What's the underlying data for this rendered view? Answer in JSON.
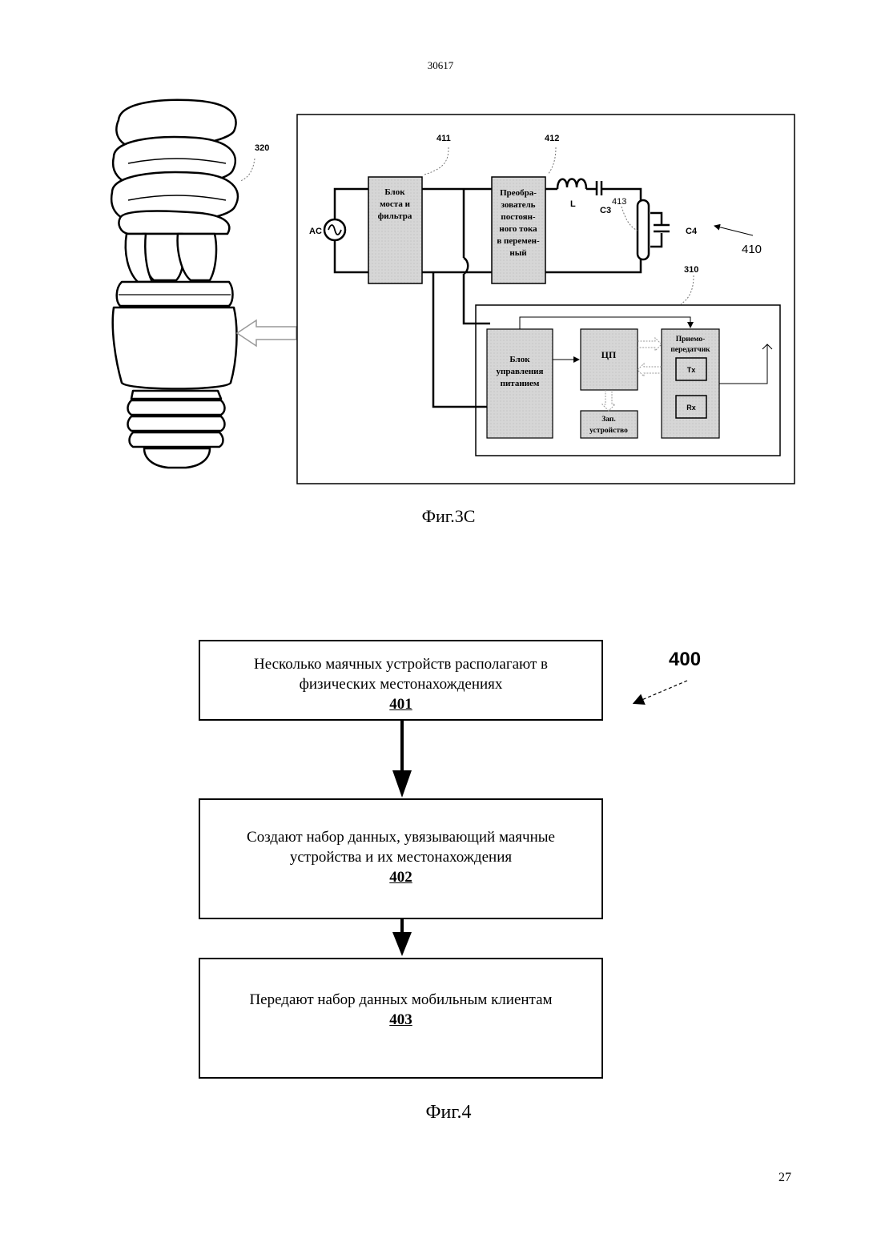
{
  "header": {
    "doc_number": "30617"
  },
  "figure3c": {
    "caption": "Фиг.3С",
    "labels": {
      "ref_320": "320",
      "ref_411": "411",
      "ref_412": "412",
      "ref_413": "413",
      "ref_410": "410",
      "ref_310": "310",
      "ac": "AC",
      "inductor": "L",
      "cap_c3": "C3",
      "cap_c4": "C4",
      "tx": "Tx",
      "rx": "Rx"
    },
    "blocks": {
      "bridge_filter": [
        "Блок",
        "моста и",
        "фильтра"
      ],
      "converter": [
        "Преобра-",
        "зователь",
        "постоян-",
        "ного тока",
        "в перемен-",
        "ный"
      ],
      "power_control": [
        "Блок",
        "управления",
        "питанием"
      ],
      "cpu": [
        "ЦП"
      ],
      "storage": [
        "Зап.",
        "устройство"
      ],
      "transceiver": [
        "Приемо-",
        "передатчик"
      ]
    }
  },
  "figure4": {
    "caption": "Фиг.4",
    "ref_label": "400",
    "steps": [
      {
        "text": "Несколько маячных устройств располагают в физических местонахождениях",
        "number": "401"
      },
      {
        "text": "Создают набор данных, увязывающий маячные устройства и их местонахождения",
        "number": "402"
      },
      {
        "text": "Передают набор данных мобильным клиентам",
        "number": "403"
      }
    ]
  },
  "footer": {
    "page_number": "27"
  }
}
